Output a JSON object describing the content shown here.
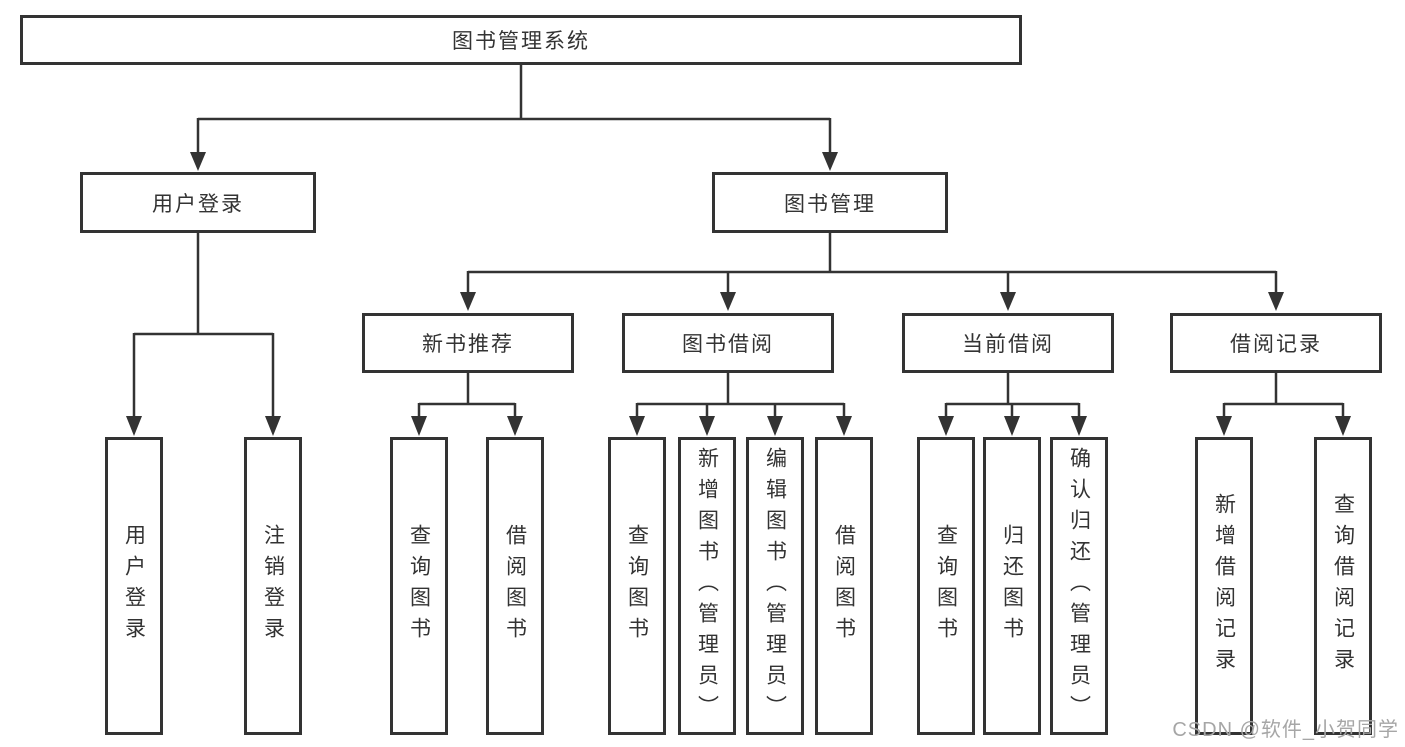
{
  "diagram_type": "hierarchy-tree",
  "colors": {
    "line": "#333333",
    "box_border": "#333333",
    "text": "#333333",
    "background": "#ffffff",
    "watermark": "#a6a6a6"
  },
  "watermark": {
    "text": "CSDN @软件_小贺同学"
  },
  "tree": {
    "label": "图书管理系统",
    "children": [
      {
        "label": "用户登录",
        "children": [
          {
            "label": "用户登录"
          },
          {
            "label": "注销登录"
          }
        ]
      },
      {
        "label": "图书管理",
        "children": [
          {
            "label": "新书推荐",
            "children": [
              {
                "label": "查询图书"
              },
              {
                "label": "借阅图书"
              }
            ]
          },
          {
            "label": "图书借阅",
            "children": [
              {
                "label": "查询图书"
              },
              {
                "label": "新增图书（管理员）"
              },
              {
                "label": "编辑图书（管理员）"
              },
              {
                "label": "借阅图书"
              }
            ]
          },
          {
            "label": "当前借阅",
            "children": [
              {
                "label": "查询图书"
              },
              {
                "label": "归还图书"
              },
              {
                "label": "确认归还（管理员）"
              }
            ]
          },
          {
            "label": "借阅记录",
            "children": [
              {
                "label": "新增借阅记录"
              },
              {
                "label": "查询借阅记录"
              }
            ]
          }
        ]
      }
    ]
  }
}
